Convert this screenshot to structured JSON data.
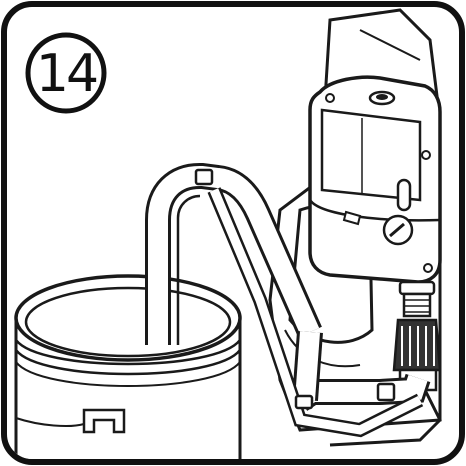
{
  "step": {
    "number": "14"
  },
  "colors": {
    "line": "#1a1a1a",
    "fill": "#ffffff",
    "shade": "#d9d9d9",
    "dark": "#333333"
  },
  "icons": {
    "step_marker": "circled-number",
    "device": "sprayer-pump-head",
    "hose": "suction-tube",
    "bucket": "paint-bucket",
    "fitting": "hose-coupling"
  }
}
